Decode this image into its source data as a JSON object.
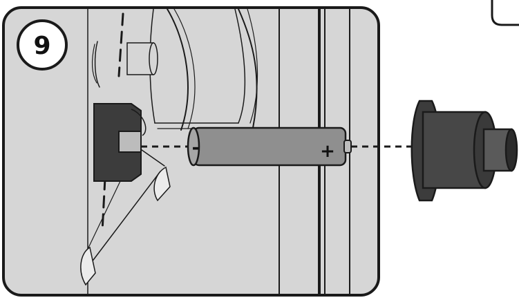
{
  "step": {
    "number": "9"
  },
  "battery": {
    "negative_label": "-",
    "positive_label": "+"
  },
  "colors": {
    "panel_fill": "#d6d6d6",
    "outline": "#1a1a1a",
    "battery_fill": "#8f8f8f",
    "cap_fill": "#3c3c3c",
    "background": "#ffffff"
  },
  "icons": {
    "step_badge": "circled-number",
    "end_cap": "battery-cover-cap",
    "battery": "aa-battery"
  }
}
